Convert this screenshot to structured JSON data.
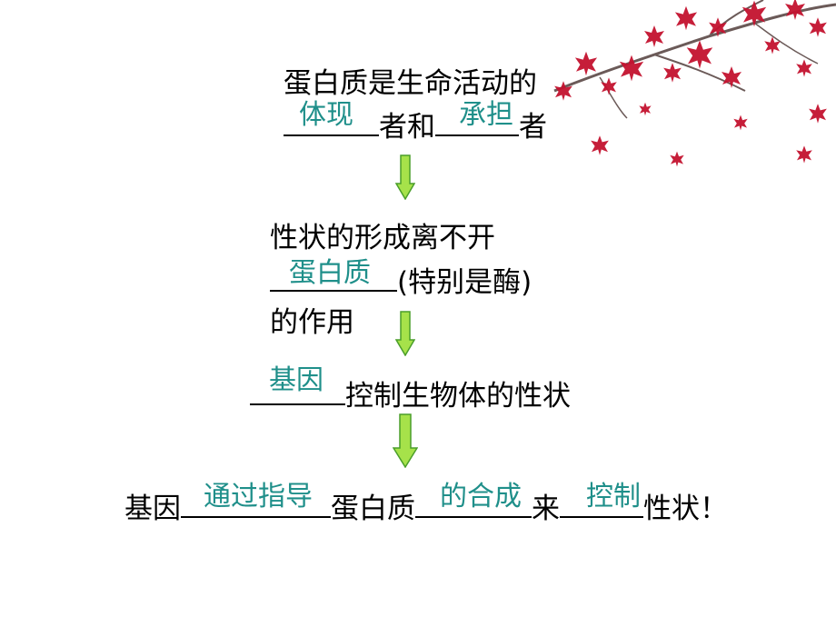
{
  "section1": {
    "line1": "蛋白质是生命活动的",
    "mid": "者和",
    "end": "者",
    "answer1": "体现",
    "answer2": "承担"
  },
  "section2": {
    "line1": "性状的形成离不开",
    "tail": "(特别是酶)",
    "line3": "的作用",
    "answer": "蛋白质"
  },
  "section3": {
    "tail": "控制生物体的性状",
    "answer": "基因"
  },
  "section4": {
    "start": "基因",
    "word1": "蛋白质",
    "word2": "来",
    "end": "性状！",
    "answer1": "通过指导",
    "answer2": "的合成",
    "answer3": "控制"
  },
  "colors": {
    "answer": "#1f8f8a",
    "arrow_fill": "#a6e24a",
    "arrow_stroke": "#4a9e2a",
    "leaf": "#c4122f",
    "branch": "#6b5a58"
  }
}
